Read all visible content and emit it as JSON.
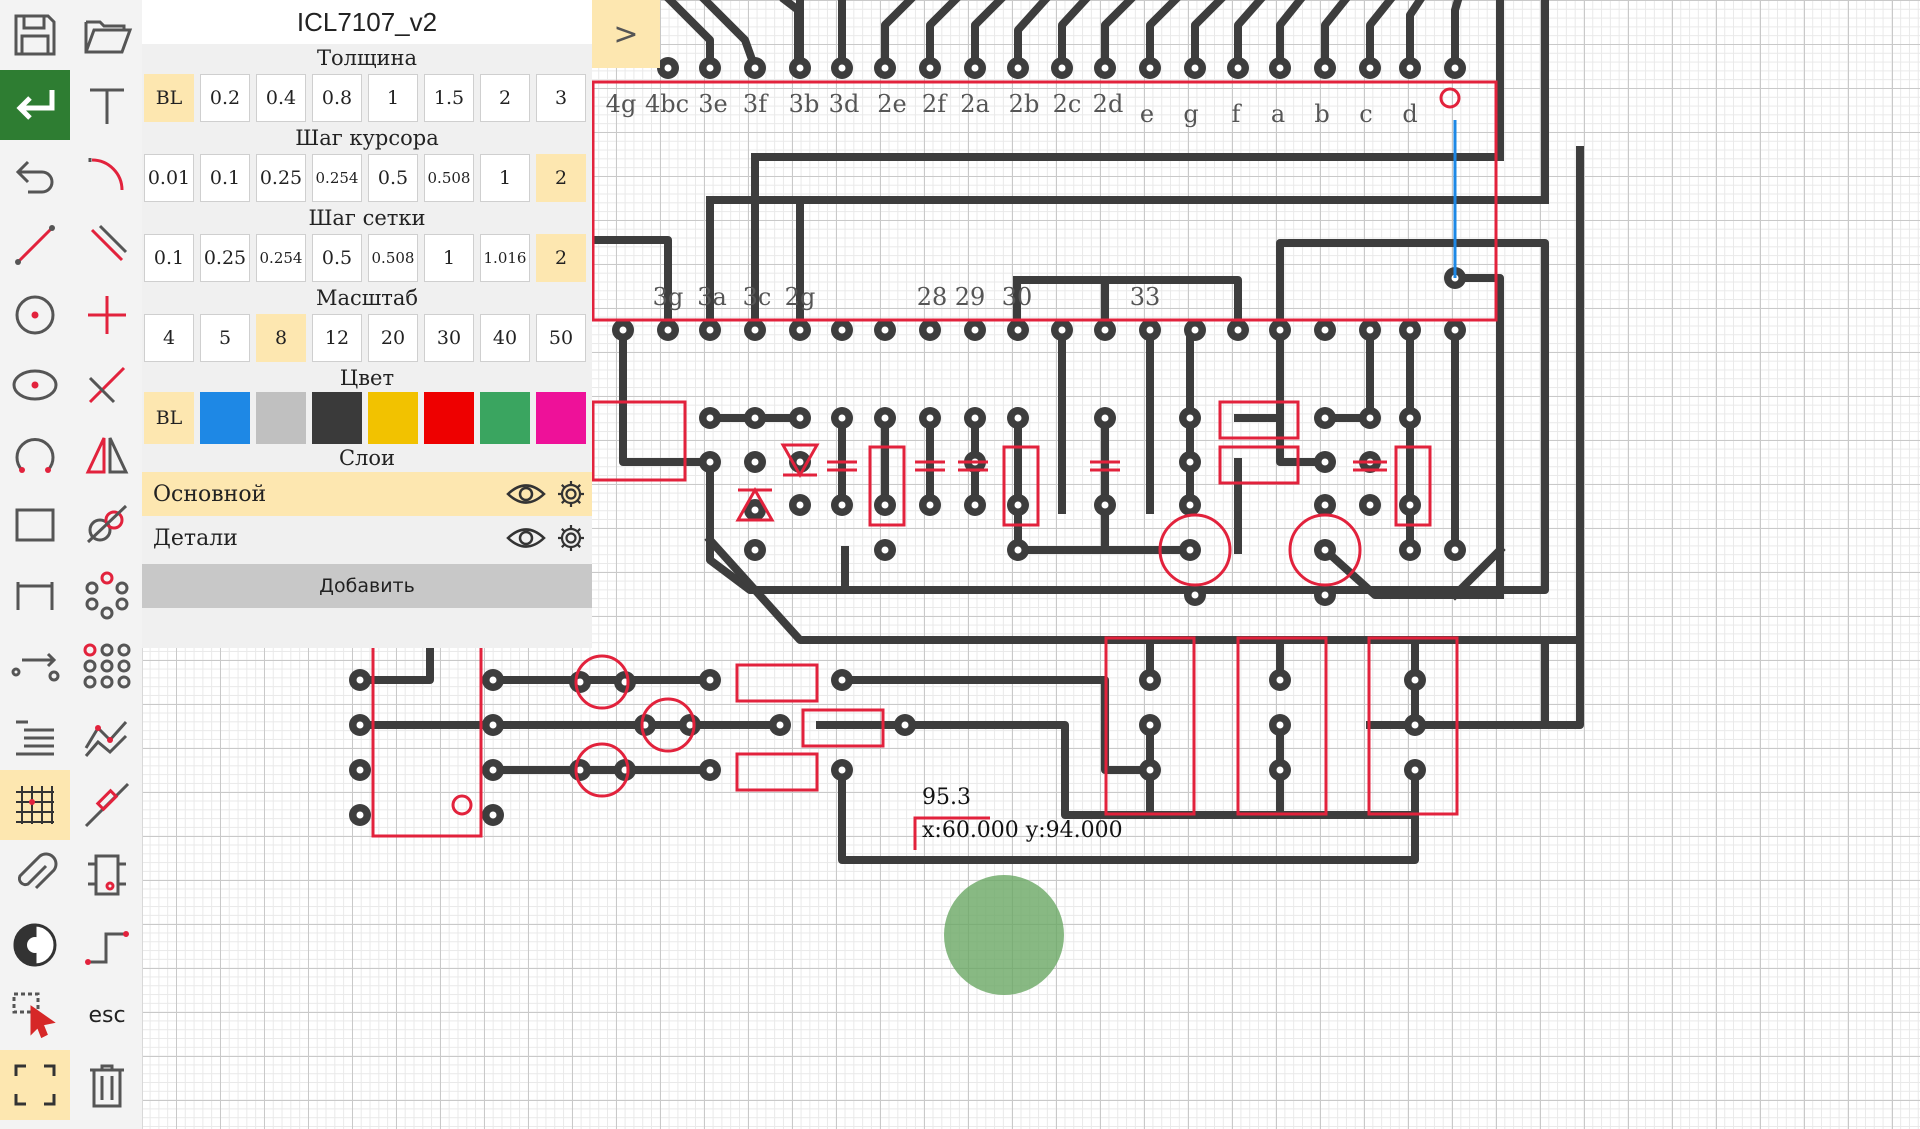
{
  "app": {
    "title": "ICL7107_v2",
    "expand_label": ">"
  },
  "panel": {
    "thickness": {
      "title": "Толщина",
      "options": [
        "BL",
        "0.2",
        "0.4",
        "0.8",
        "1",
        "1.5",
        "2",
        "3"
      ],
      "selected": "BL"
    },
    "cursor_step": {
      "title": "Шаг курсора",
      "options": [
        "0.01",
        "0.1",
        "0.25",
        "0.254",
        "0.5",
        "0.508",
        "1",
        "2"
      ],
      "selected": "2"
    },
    "grid_step": {
      "title": "Шаг сетки",
      "options": [
        "0.1",
        "0.25",
        "0.254",
        "0.5",
        "0.508",
        "1",
        "1.016",
        "2"
      ],
      "selected": "2"
    },
    "scale": {
      "title": "Масштаб",
      "options": [
        "4",
        "5",
        "8",
        "12",
        "20",
        "30",
        "40",
        "50"
      ],
      "selected": "8"
    },
    "color": {
      "title": "Цвет",
      "bl_label": "BL",
      "swatches": [
        "#1e88e5",
        "#c0c0c0",
        "#3a3a3a",
        "#f2c200",
        "#ee0000",
        "#3aa560",
        "#ee1199"
      ]
    },
    "layers": {
      "title": "Слои",
      "items": [
        {
          "name": "Основной",
          "active": true
        },
        {
          "name": "Детали",
          "active": false
        }
      ],
      "add_label": "Добавить"
    }
  },
  "toolbar": {
    "esc_label": "esc"
  },
  "canvas": {
    "pin_labels_top": [
      "4g",
      "4bc",
      "3e",
      "3f",
      "3b",
      "3d",
      "2e",
      "2f",
      "2a",
      "2b",
      "2c",
      "2d",
      "e",
      "g",
      "f",
      "a",
      "b",
      "c",
      "d"
    ],
    "pin_labels_bottom": [
      "3g",
      "3a",
      "3c",
      "2g",
      "28",
      "29",
      "30",
      "33"
    ],
    "measure_value": "95.3",
    "coords_text": "x:60.000 y:94.000"
  },
  "colors": {
    "accent": "#fde7b0",
    "trace": "#3d3d3d",
    "outline": "#e2223c",
    "selection": "#1e88e5"
  }
}
